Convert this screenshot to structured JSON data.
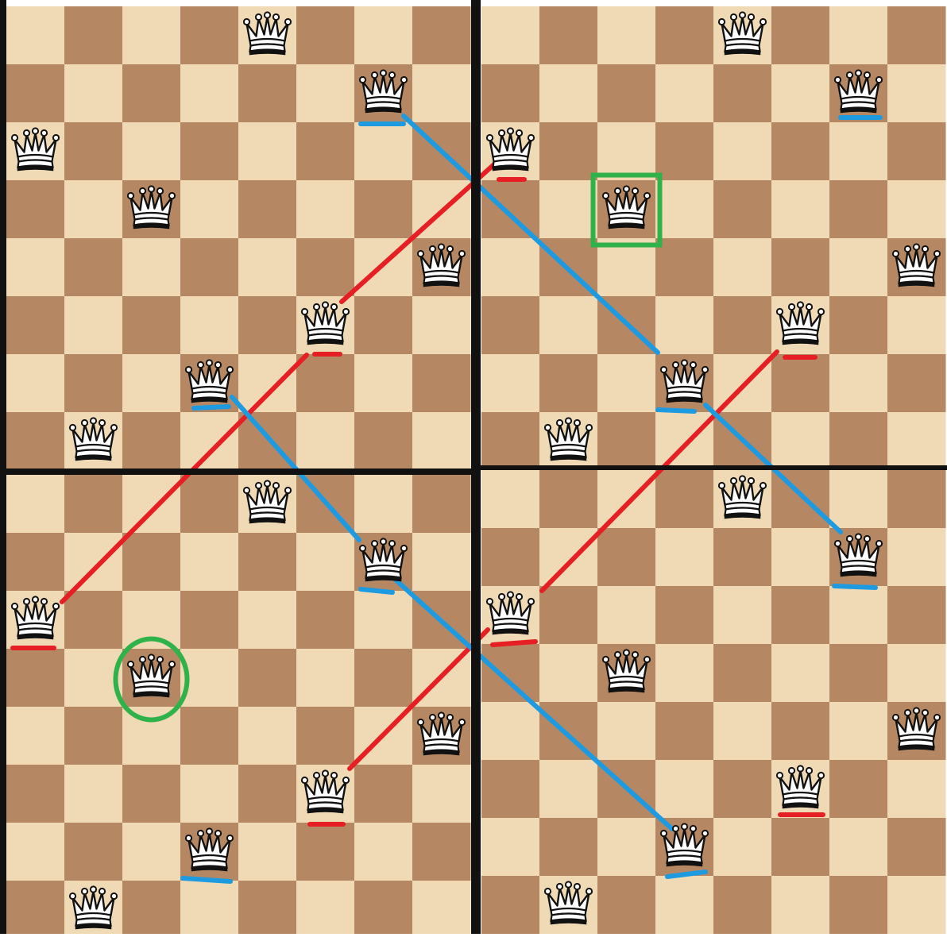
{
  "colors": {
    "light_square": "#f0d9b5",
    "dark_square": "#b58863",
    "divider": "#111111",
    "red_marker": "#e51f24",
    "blue_marker": "#1e9be0",
    "green_highlight": "#2fb24a"
  },
  "board_size": 8,
  "queen_icon": "white-queen-icon",
  "boards": [
    {
      "name": "top-left",
      "queens": [
        [
          0,
          4
        ],
        [
          1,
          6
        ],
        [
          2,
          0
        ],
        [
          3,
          2
        ],
        [
          4,
          7
        ],
        [
          5,
          5
        ],
        [
          6,
          3
        ],
        [
          7,
          1
        ]
      ]
    },
    {
      "name": "top-right",
      "queens": [
        [
          0,
          4
        ],
        [
          1,
          6
        ],
        [
          2,
          0
        ],
        [
          3,
          2
        ],
        [
          4,
          7
        ],
        [
          5,
          5
        ],
        [
          6,
          3
        ],
        [
          7,
          1
        ]
      ]
    },
    {
      "name": "bottom-left",
      "queens": [
        [
          0,
          4
        ],
        [
          1,
          6
        ],
        [
          2,
          0
        ],
        [
          3,
          2
        ],
        [
          4,
          7
        ],
        [
          5,
          5
        ],
        [
          6,
          3
        ],
        [
          7,
          1
        ]
      ]
    },
    {
      "name": "bottom-right",
      "queens": [
        [
          0,
          4
        ],
        [
          1,
          6
        ],
        [
          2,
          0
        ],
        [
          3,
          2
        ],
        [
          4,
          7
        ],
        [
          5,
          5
        ],
        [
          6,
          3
        ],
        [
          7,
          1
        ]
      ]
    }
  ],
  "highlights": [
    {
      "board": "top-right",
      "row": 3,
      "col": 2,
      "shape": "square"
    },
    {
      "board": "bottom-left",
      "row": 3,
      "col": 2,
      "shape": "circle"
    }
  ]
}
